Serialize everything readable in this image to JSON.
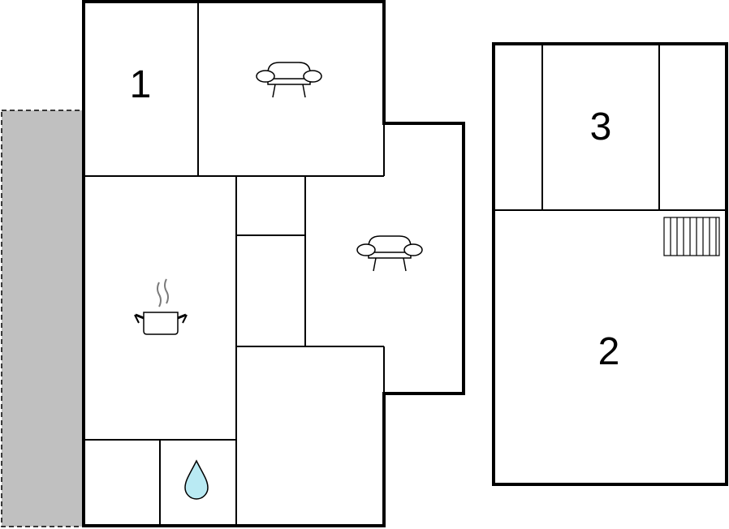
{
  "rooms": {
    "room_1": {
      "number": "1"
    },
    "room_2": {
      "number": "2"
    },
    "room_3": {
      "number": "3"
    }
  },
  "icons": {
    "living_room_upper": "armchair-icon",
    "living_room_right": "armchair-icon",
    "kitchen": "cooking-pot-icon",
    "bathroom": "water-drop-icon",
    "stairs": "staircase-icon"
  },
  "colors": {
    "wall": "#000000",
    "terrace_fill": "#c0c0c0",
    "water_drop_fill": "#b9eaf3",
    "steam": "#7a7a7a",
    "background": "#ffffff"
  }
}
